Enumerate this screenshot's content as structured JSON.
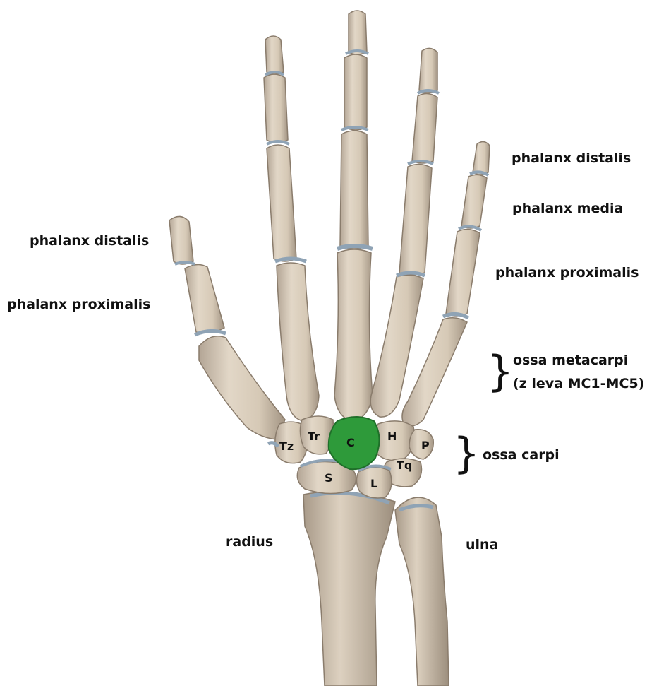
{
  "labels": {
    "right_distal": "phalanx distalis",
    "right_media": "phalanx media",
    "right_proximal": "phalanx proximalis",
    "left_distal": "phalanx distalis",
    "left_proximal": "phalanx proximalis",
    "metacarpi_line1": "ossa metacarpi",
    "metacarpi_line2": "(z leva MC1-MC5)",
    "carpi": "ossa carpi",
    "radius": "radius",
    "ulna": "ulna"
  },
  "carpal_bones": {
    "trapezium": "Tz",
    "trapezoid": "Tr",
    "capitate": "C",
    "hamate": "H",
    "pisiform": "P",
    "triquetrum": "Tq",
    "scaphoid": "S",
    "lunate": "L"
  },
  "highlight": {
    "bone": "C",
    "color": "#2e9a3a"
  },
  "colors": {
    "bone": "#d8cbb8",
    "bone_shade": "#a8998a",
    "cartilage": "#8fa3b5"
  }
}
